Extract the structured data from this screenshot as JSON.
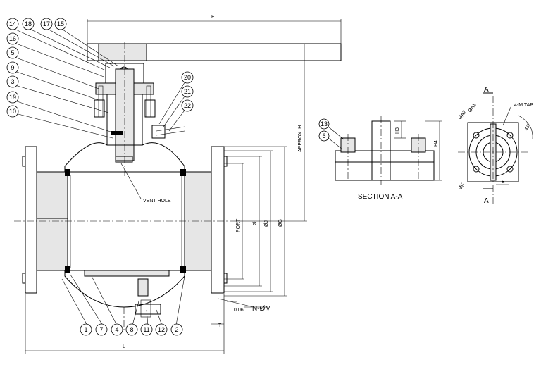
{
  "callouts": {
    "c14": "14",
    "c18": "18",
    "c17": "17",
    "c15": "15",
    "c16": "16",
    "c5": "5",
    "c9": "9",
    "c3": "3",
    "c19": "19",
    "c10": "10",
    "c20": "20",
    "c21": "21",
    "c22": "22",
    "c13": "13",
    "c6": "6",
    "c1": "1",
    "c7": "7",
    "c4": "4",
    "c8": "8",
    "c11": "11",
    "c12": "12",
    "c2": "2"
  },
  "labels": {
    "E": "E",
    "approx_h": "APPROX. H",
    "vent_hole": "VENT HOLE",
    "port": "PORT",
    "d": "Ø",
    "d1": "ØJ",
    "d3": "ØG",
    "n_om": "N-ØM",
    "dim_006": "0.06",
    "T": "T",
    "L": "L",
    "section": "SECTION A-A",
    "h3": "H3",
    "h4": "H4",
    "A_top": "A",
    "A_bottom": "A",
    "tap": "4-M TAP",
    "deg": "45°",
    "da1": "ØA1",
    "da2": "ØA2",
    "df": "ØF",
    "B": "B"
  },
  "colors": {
    "line": "#000000",
    "body_fill": "#e6e6e6",
    "background": "#ffffff"
  }
}
